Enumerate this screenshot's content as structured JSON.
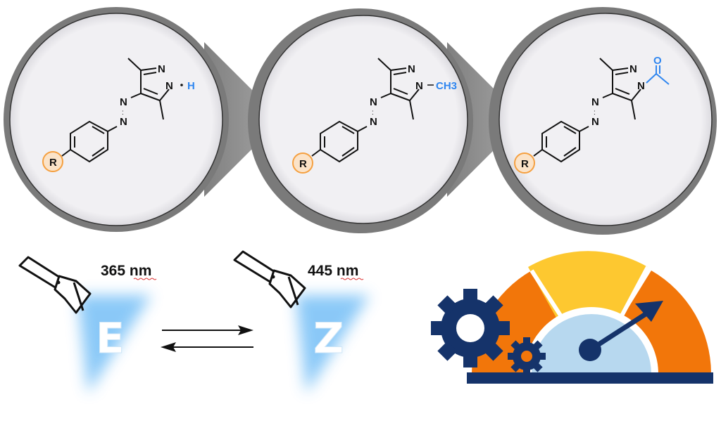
{
  "molecules": [
    {
      "substituent": "H",
      "ring_atoms": [
        "N",
        "N"
      ],
      "azo_atoms": [
        "N",
        "N"
      ],
      "r_group": "R"
    },
    {
      "substituent": "CH3",
      "ring_atoms": [
        "N",
        "N"
      ],
      "azo_atoms": [
        "N",
        "N"
      ],
      "r_group": "R"
    },
    {
      "substituent": "O",
      "ring_atoms": [
        "N",
        "N"
      ],
      "azo_atoms": [
        "N",
        "N"
      ],
      "r_group": "R"
    }
  ],
  "photoswitch": {
    "forward_wavelength": "365 nm",
    "reverse_wavelength": "445 nm",
    "isomer_left": "E",
    "isomer_right": "Z"
  },
  "colors": {
    "substituent": "#2f86f0",
    "r_group": "#f5a040",
    "gauge_orange": "#f2760a",
    "gauge_yellow": "#fdc830",
    "gauge_inner": "#b7d8ef",
    "navy": "#15336a"
  }
}
